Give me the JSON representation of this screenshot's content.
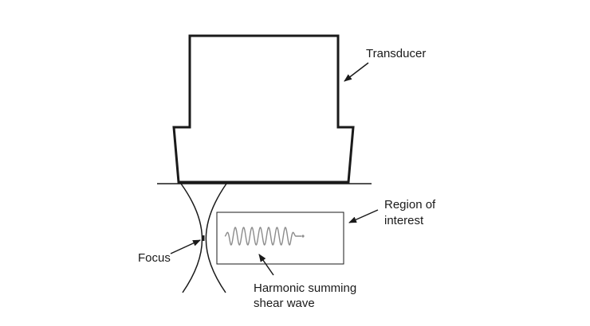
{
  "labels": {
    "transducer": "Transducer",
    "region_line1": "Region of",
    "region_line2": "interest",
    "focus": "Focus",
    "harmonic_line1": "Harmonic summing",
    "harmonic_line2": "shear wave"
  },
  "colors": {
    "stroke": "#1a1a1a",
    "wave": "#8c8c8c",
    "background": "#ffffff"
  }
}
